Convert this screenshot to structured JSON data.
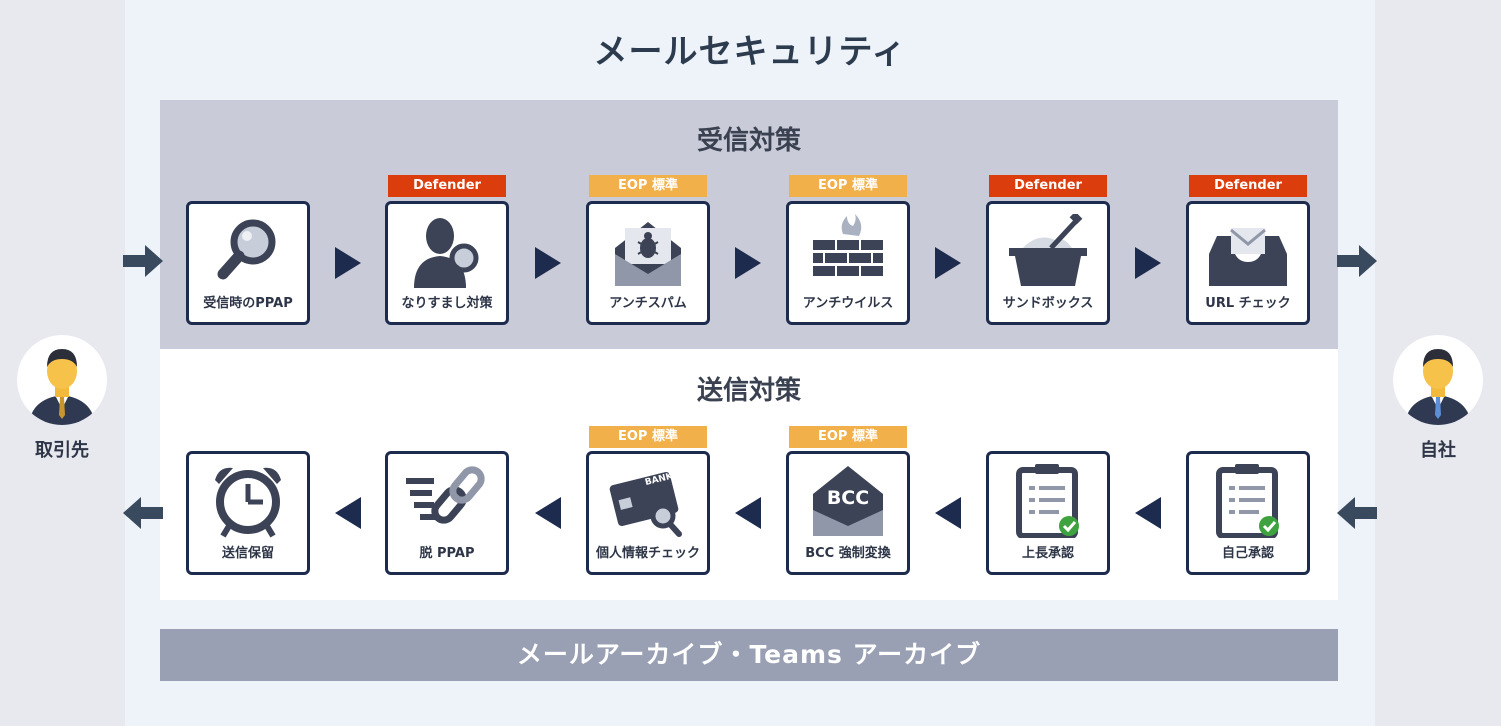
{
  "title": "メールセキュリティ",
  "receive": {
    "title": "受信対策",
    "items": [
      {
        "label": "受信時のPPAP",
        "badge": "",
        "icon": "magnifier-icon"
      },
      {
        "label": "なりすまし対策",
        "badge": "Defender",
        "icon": "impersonation-icon"
      },
      {
        "label": "アンチスパム",
        "badge": "EOP 標準",
        "icon": "bug-mail-icon"
      },
      {
        "label": "アンチウイルス",
        "badge": "EOP 標準",
        "icon": "firewall-icon"
      },
      {
        "label": "サンドボックス",
        "badge": "Defender",
        "icon": "sandbox-icon"
      },
      {
        "label": "URL チェック",
        "badge": "Defender",
        "icon": "inbox-tray-icon"
      }
    ]
  },
  "send": {
    "title": "送信対策",
    "items": [
      {
        "label": "送信保留",
        "badge": "",
        "icon": "alarm-clock-icon"
      },
      {
        "label": "脱 PPAP",
        "badge": "",
        "icon": "chain-link-icon"
      },
      {
        "label": "個人情報チェック",
        "badge": "EOP 標準",
        "icon": "credit-card-icon",
        "card_text": "BANK"
      },
      {
        "label": "BCC 強制変換",
        "badge": "EOP 標準",
        "icon": "bcc-mail-icon",
        "icon_text": "BCC"
      },
      {
        "label": "上長承認",
        "badge": "",
        "icon": "clipboard-check-icon"
      },
      {
        "label": "自己承認",
        "badge": "",
        "icon": "clipboard-check-icon"
      }
    ]
  },
  "archive": "メールアーカイブ・Teams アーカイブ",
  "left_person": "取引先",
  "right_person": "自社",
  "colors": {
    "navy": "#1d2b4f",
    "defender": "#dc3d0c",
    "eop": "#f2b04a",
    "receive_bg": "#cacbd8",
    "archive_bg": "#9aa0b4"
  }
}
